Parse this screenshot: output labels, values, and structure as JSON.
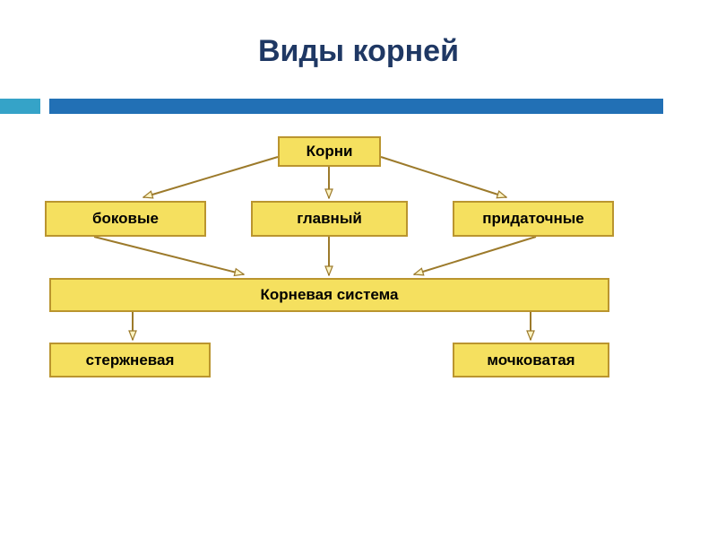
{
  "slide": {
    "title": "Виды корней",
    "colors": {
      "title_color": "#1F3864",
      "bar_main": "#2270B5",
      "bar_accent": "#35A3C8",
      "box_fill": "#F5E05F",
      "box_border": "#BA952F",
      "arrow_color": "#9C7A2B",
      "box_text": "#000000"
    }
  },
  "diagram": {
    "nodes": {
      "korni": "Корни",
      "bokovye": "боковые",
      "glavny": "главный",
      "pridatochnye": "придаточные",
      "kornevaya_sistema": "Корневая система",
      "sterzhnevaya": "стержневая",
      "mochkovataya": "мочковатая"
    },
    "edges": [
      [
        "korni",
        "bokovye"
      ],
      [
        "korni",
        "glavny"
      ],
      [
        "korni",
        "pridatochnye"
      ],
      [
        "bokovye",
        "kornevaya_sistema"
      ],
      [
        "glavny",
        "kornevaya_sistema"
      ],
      [
        "pridatochnye",
        "kornevaya_sistema"
      ],
      [
        "kornevaya_sistema",
        "sterzhnevaya"
      ],
      [
        "kornevaya_sistema",
        "mochkovataya"
      ]
    ]
  }
}
